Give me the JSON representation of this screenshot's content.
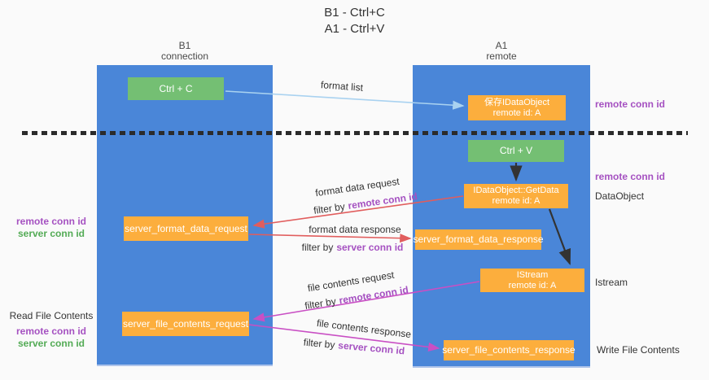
{
  "title": {
    "line1": "B1 - Ctrl+C",
    "line2": "A1 - Ctrl+V"
  },
  "lanes": {
    "left": {
      "name": "B1",
      "role": "connection"
    },
    "right": {
      "name": "A1",
      "role": "remote"
    }
  },
  "boxes": {
    "ctrl_c": "Ctrl + C",
    "ctrl_v": "Ctrl + V",
    "save_idataobject_line1": "保存IDataObject",
    "save_idataobject_line2": "remote id: A",
    "getdata_line1": "IDataObject::GetData",
    "getdata_line2": "remote id: A",
    "istream_line1": "IStream",
    "istream_line2": "remote id: A",
    "format_request": "server_format_data_request",
    "format_response": "server_format_data_response",
    "file_request": "server_file_contents_request",
    "file_response": "server_file_contents_response"
  },
  "arrow_labels": {
    "format_list": "format list",
    "format_data_request": "format data request",
    "format_data_response": "format data response",
    "file_contents_request": "file contents request",
    "file_contents_response": "file contents response",
    "filter_by": "filter by"
  },
  "side_labels": {
    "remote_conn_id": "remote conn id",
    "server_conn_id": "server conn id",
    "dataobject": "DataObject",
    "istream": "Istream",
    "read_file_contents": "Read File Contents",
    "write_file_contents": "Write File Contents"
  },
  "colors": {
    "lane_blue": "#4a86d8",
    "box_green": "#74bf73",
    "box_orange": "#fcae3d",
    "arrow_red": "#e15d5d",
    "arrow_magenta": "#c94fc4",
    "arrow_lightblue": "#a9d2f0",
    "arrow_black": "#333333",
    "text_purple": "#a551c1",
    "text_green": "#53ab55",
    "divider_black": "#2b2b2b"
  }
}
